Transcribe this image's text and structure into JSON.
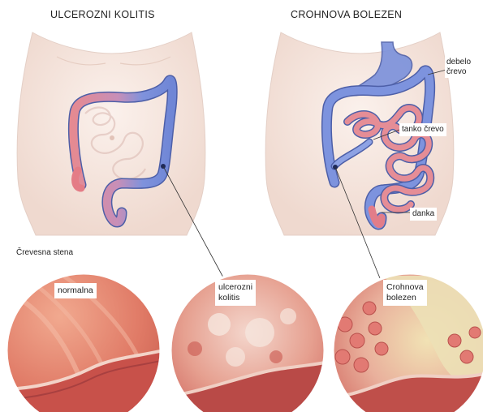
{
  "titles": {
    "left": "ULCEROZNI KOLITIS",
    "right": "CROHNOVA BOLEZEN"
  },
  "section_label": "Črevesna stena",
  "anatomy_labels": {
    "colon": "debelo\nčrevo",
    "small_intestine": "tanko črevo",
    "ileum": "danka"
  },
  "circle_labels": {
    "normal": "normalna",
    "ulcerative": "ulcerozni\nkolitis",
    "crohn": "Crohnova\nbolezen"
  },
  "colors": {
    "skin": "#f3e4dd",
    "skin_outline": "#e2cbc0",
    "colon_blue": "#6f86d6",
    "colon_red": "#e07a86",
    "tissue_red": "#d9565e",
    "tissue_pale": "#f2c6b8",
    "plaque_yellow": "#e8dca5"
  }
}
